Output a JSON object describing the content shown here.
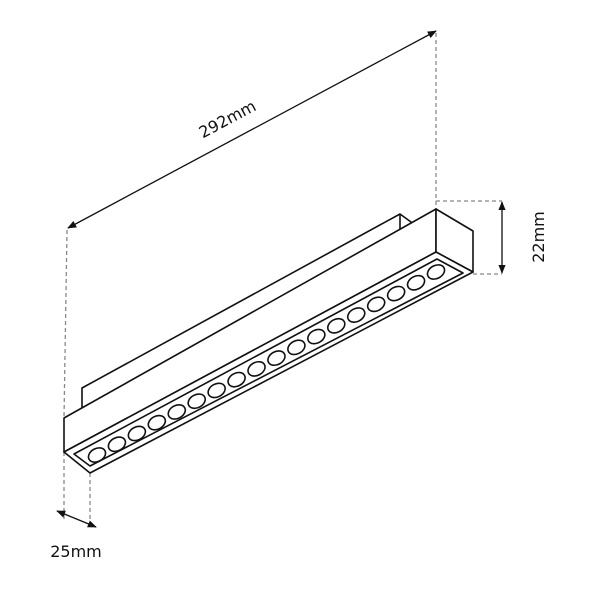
{
  "dimensions": {
    "length": "292mm",
    "height": "22mm",
    "width": "25mm"
  },
  "drawing": {
    "led_count": 18,
    "line_color": "#111111",
    "dimension_line_color": "#888888"
  }
}
